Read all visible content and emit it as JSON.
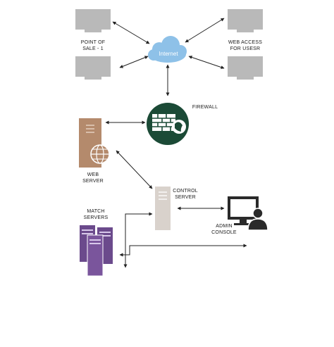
{
  "labels": {
    "pos": [
      "POINT OF",
      "SALE - 1"
    ],
    "web_access": [
      "WEB ACCESS",
      "FOR USESR"
    ],
    "internet": "Internet",
    "firewall": "FIREWALL",
    "web_server": [
      "WEB",
      "SERVER"
    ],
    "control_server": [
      "CONTROL",
      "SERVER"
    ],
    "match_servers": [
      "MATCH",
      "SERVERS"
    ],
    "admin_console": [
      "ADMIN",
      "CONSOLE"
    ]
  },
  "icons": {
    "monitor": "monitor-icon",
    "cloud": "cloud-icon",
    "firewall": "firewall-icon",
    "web_server": "web-server-icon",
    "control_server": "server-tower-icon",
    "match_servers": "server-cluster-icon",
    "admin": "admin-console-icon"
  },
  "colors": {
    "monitor": "#b9b9b9",
    "cloud": "#8ec1e8",
    "firewall": "#1b4a36",
    "web_server": "#b48a6c",
    "control_server": "#d9d2cc",
    "match_servers": "#6b4a8c",
    "admin": "#2a2a2a",
    "arrow": "#222222"
  }
}
